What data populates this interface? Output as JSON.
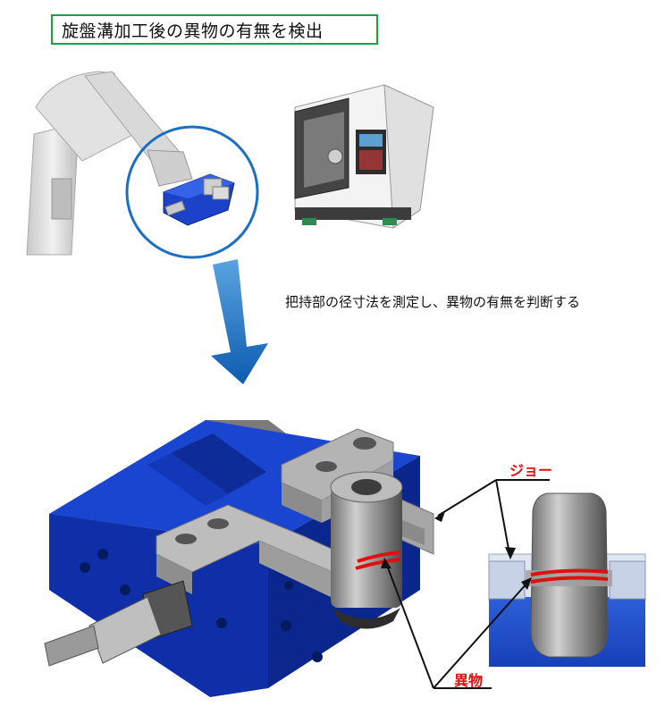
{
  "title": "旋盤溝加工後の異物の有無を検出",
  "caption": "把持部の径寸法を測定し、異物の有無を判断する",
  "labels": {
    "jaw": "ジョー",
    "foreign_object": "異物"
  },
  "colors": {
    "title_border": "#1aa048",
    "arrow_blue": "#1a6fc0",
    "gripper_blue": "#1238b8",
    "label_red": "#e01010"
  },
  "icons": {
    "robot_arm": "robot-arm-icon",
    "lathe": "lathe-machine-icon",
    "gripper": "gripper-icon"
  }
}
